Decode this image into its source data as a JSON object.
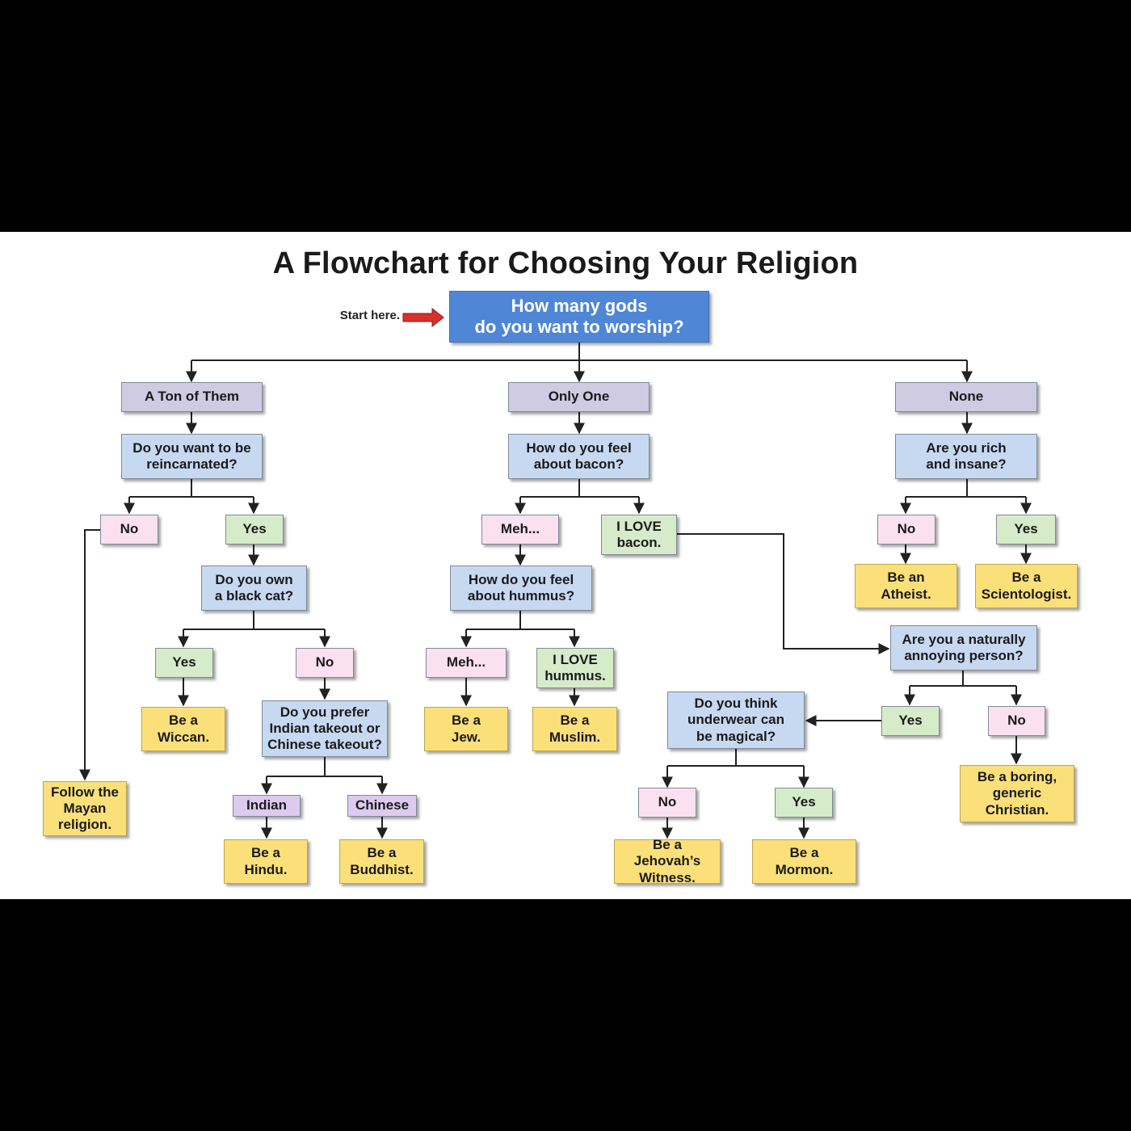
{
  "title": "A Flowchart for Choosing Your Religion",
  "start_label": "Start here.",
  "colors": {
    "background": "#000000",
    "canvas": "#ffffff",
    "start_question": "#4f86d6",
    "category": "#cfcbe2",
    "question": "#c6d9f1",
    "answer_pink": "#fbe1ef",
    "answer_green": "#d6ebc9",
    "answer_lavender": "#dccbee",
    "result": "#fbe07a",
    "arrow": "#d9302a"
  },
  "nodes": {
    "start_q": "How many gods\ndo you want to worship?",
    "many": "A Ton of Them",
    "one": "Only One",
    "none": "None",
    "reincarnated": "Do you want to be\nreincarnated?",
    "bacon": "How do you feel\nabout bacon?",
    "rich": "Are you rich\nand insane?",
    "reinc_no": "No",
    "reinc_yes": "Yes",
    "bacon_meh": "Meh...",
    "bacon_love": "I  LOVE\nbacon.",
    "rich_no": "No",
    "rich_yes": "Yes",
    "black_cat": "Do you own\na black cat?",
    "hummus": "How do you feel\nabout hummus?",
    "atheist": "Be an\nAtheist.",
    "scientologist": "Be a\nScientologist.",
    "annoying": "Are you a naturally\nannoying person?",
    "cat_yes": "Yes",
    "cat_no": "No",
    "hummus_meh": "Meh...",
    "hummus_love": "I  LOVE\nhummus.",
    "wiccan": "Be a\nWiccan.",
    "takeout": "Do you prefer\nIndian takeout or\nChinese takeout?",
    "jew": "Be a\nJew.",
    "muslim": "Be a\nMuslim.",
    "underwear": "Do you think\nunderwear can\nbe magical?",
    "annoy_yes": "Yes",
    "annoy_no": "No",
    "christian": "Be a boring,\ngeneric\nChristian.",
    "mayan": "Follow the\nMayan\nreligion.",
    "indian": "Indian",
    "chinese": "Chinese",
    "under_no": "No",
    "under_yes": "Yes",
    "hindu": "Be a\nHindu.",
    "buddhist": "Be a\nBuddhist.",
    "jehovah": "Be a Jehovah’s\nWitness.",
    "mormon": "Be a\nMormon."
  }
}
